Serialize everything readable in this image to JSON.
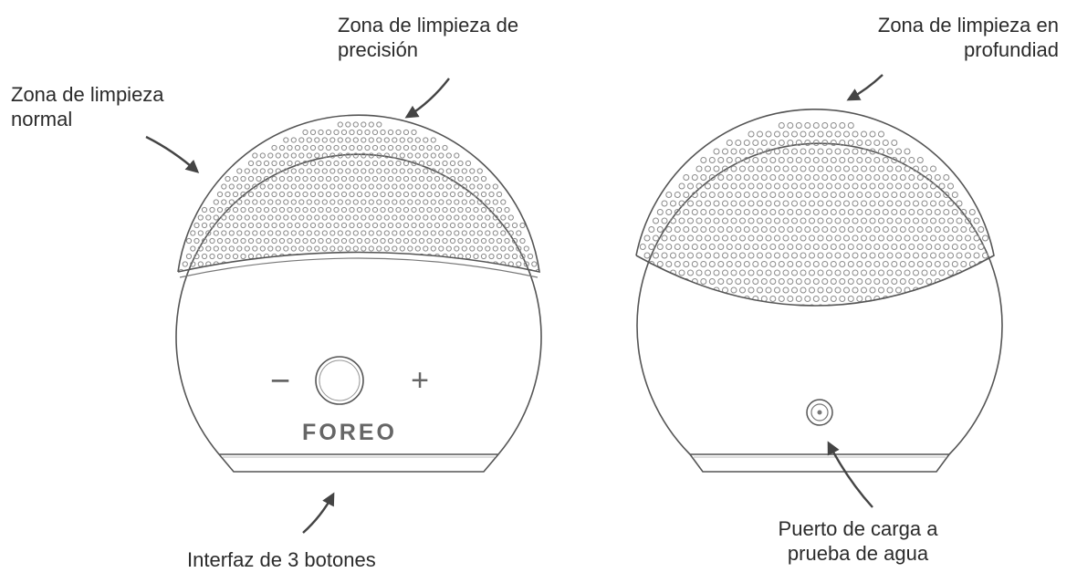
{
  "labels": {
    "precision": "Zona de limpieza de\nprecisión",
    "normal": "Zona de limpieza\nnormal",
    "deep": "Zona de limpieza en\nprofundiad",
    "buttons": "Interfaz de 3 botones",
    "port": "Puerto de carga a\nprueba de agua"
  },
  "device": {
    "brand": "FOREO",
    "minus": "−",
    "plus": "+"
  },
  "icons": {
    "arrow": "curved-arrow-icon",
    "charge_port": "charging-port-icon"
  },
  "colors": {
    "outline": "#555555",
    "bristle": "#8a8a8a",
    "arrow": "#444444",
    "text": "#2b2b2b"
  }
}
